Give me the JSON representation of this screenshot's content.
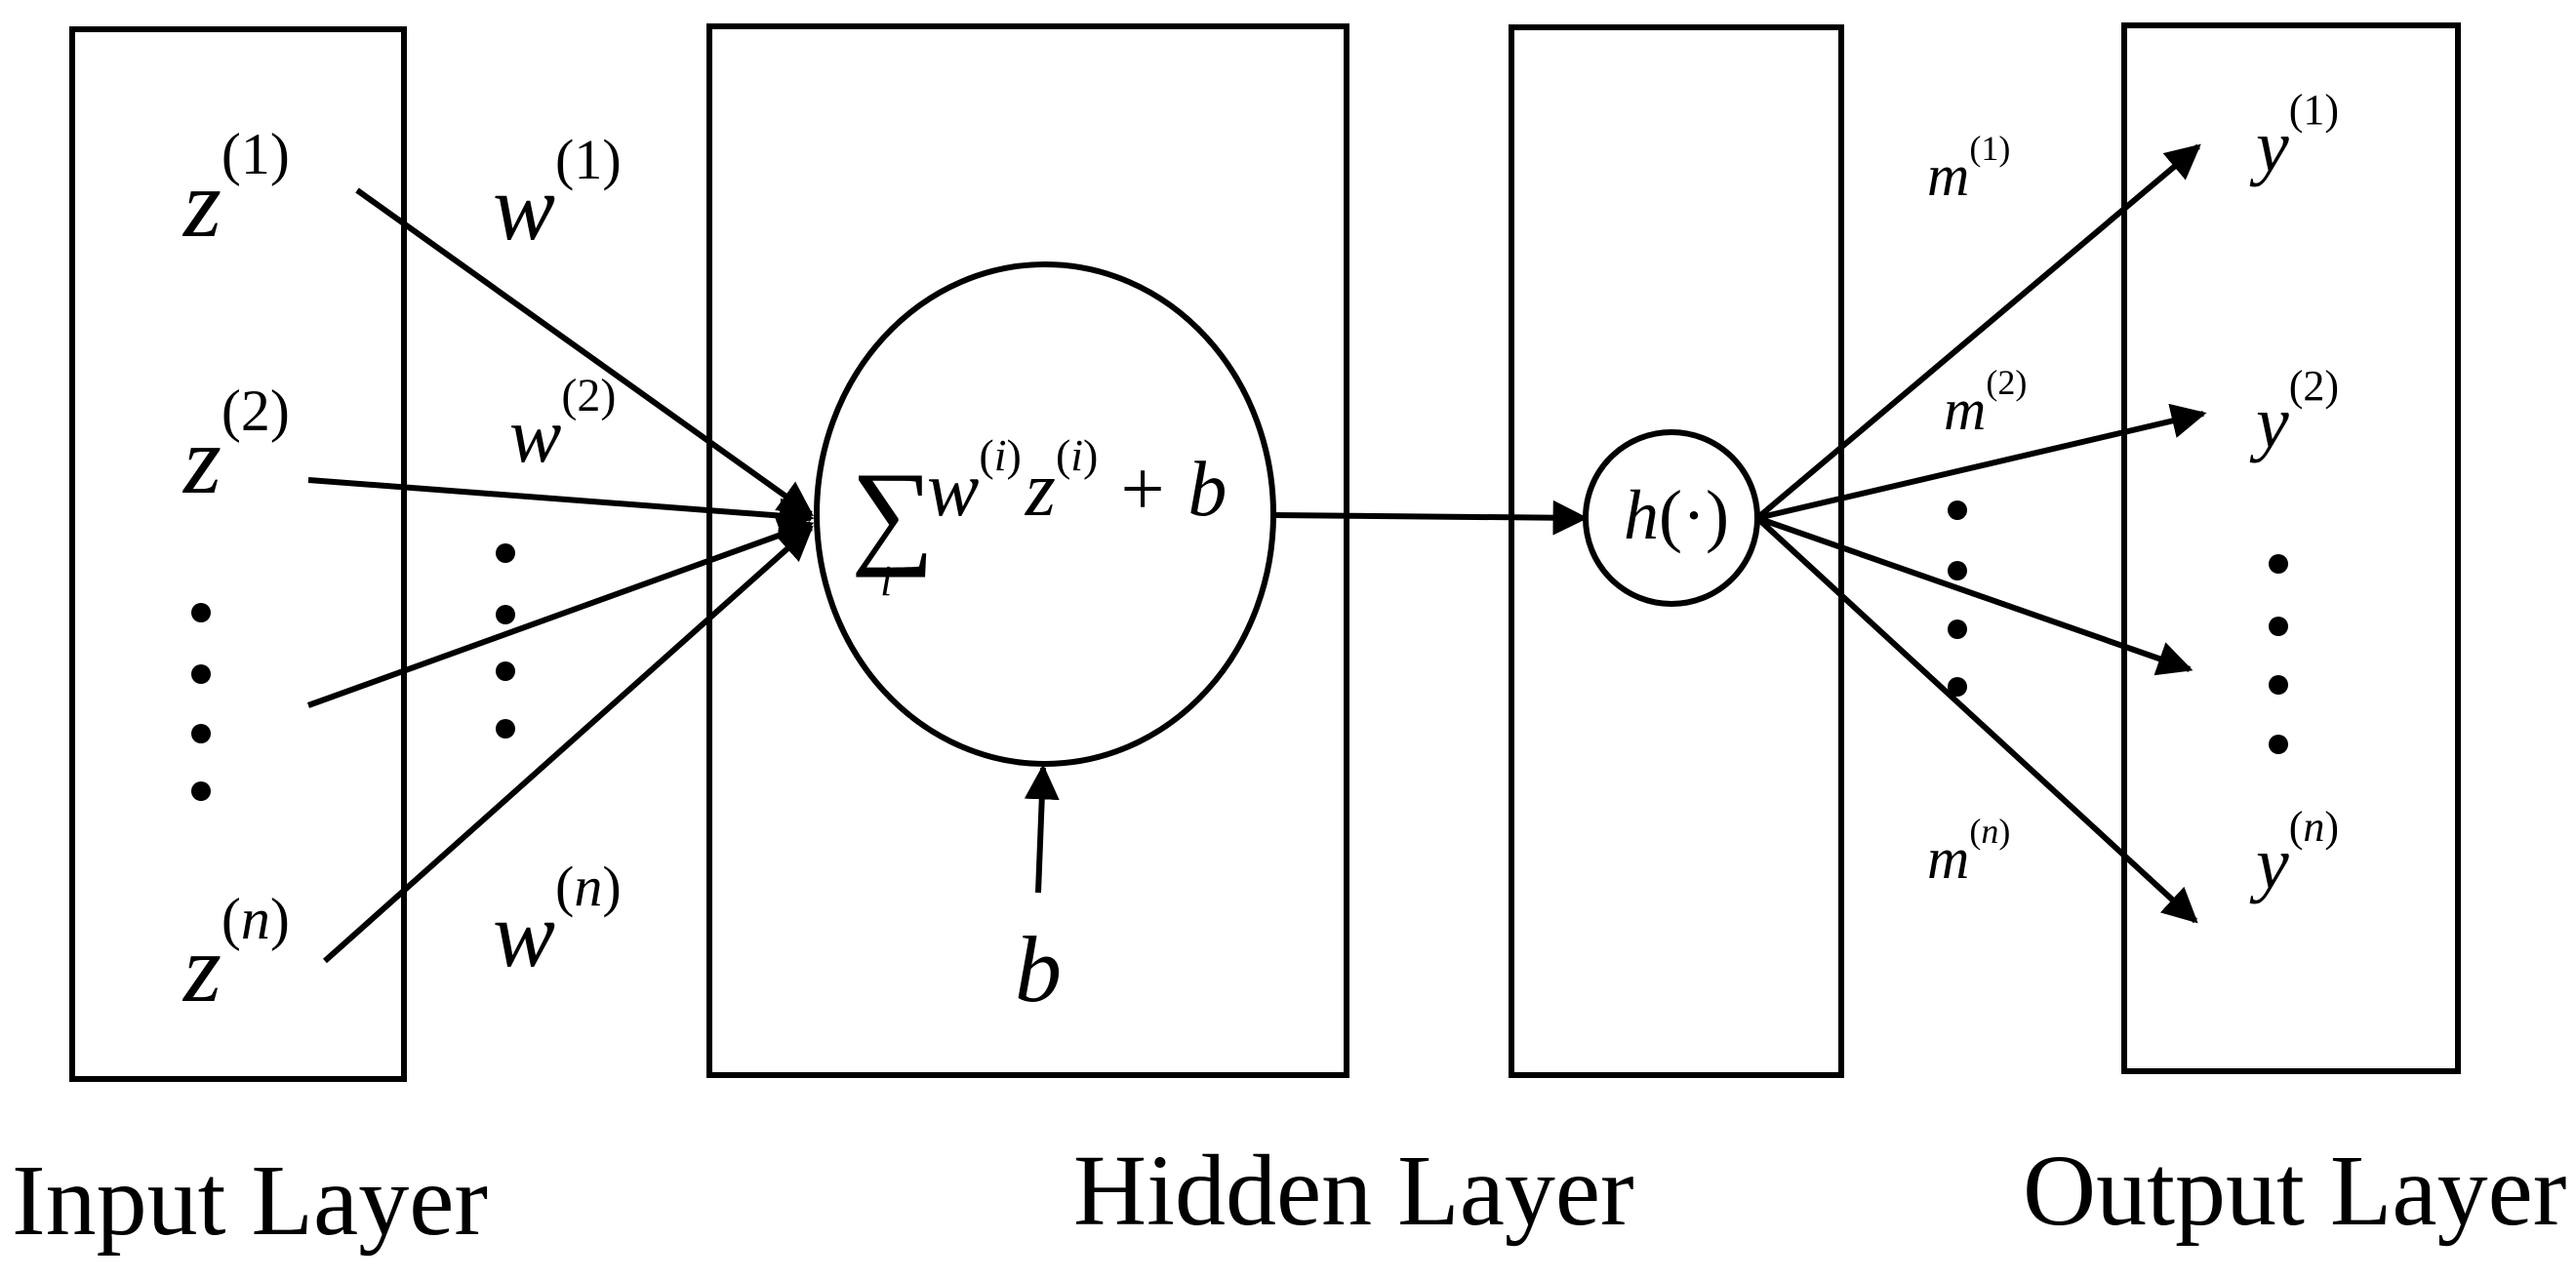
{
  "layers": {
    "input": "Input Layer",
    "hidden": "Hidden Layer",
    "output": "Output Layer"
  },
  "inputs": {
    "var": "z",
    "sup": [
      "1",
      "2",
      "n"
    ]
  },
  "weights": {
    "var": "w",
    "sup": [
      "1",
      "2",
      "n"
    ]
  },
  "summation": {
    "sigma": "∑",
    "index": "i",
    "w": "w",
    "w_sup": "i",
    "z": "z",
    "z_sup": "i",
    "plus_b": "+ b"
  },
  "bias": "b",
  "activation": {
    "h": "h",
    "arg": "(·)"
  },
  "output_weights": {
    "var": "m",
    "sup": [
      "1",
      "2",
      "n"
    ]
  },
  "outputs": {
    "var": "y",
    "sup": [
      "1",
      "2",
      "n"
    ]
  },
  "paren_open": "(",
  "paren_close": ")"
}
